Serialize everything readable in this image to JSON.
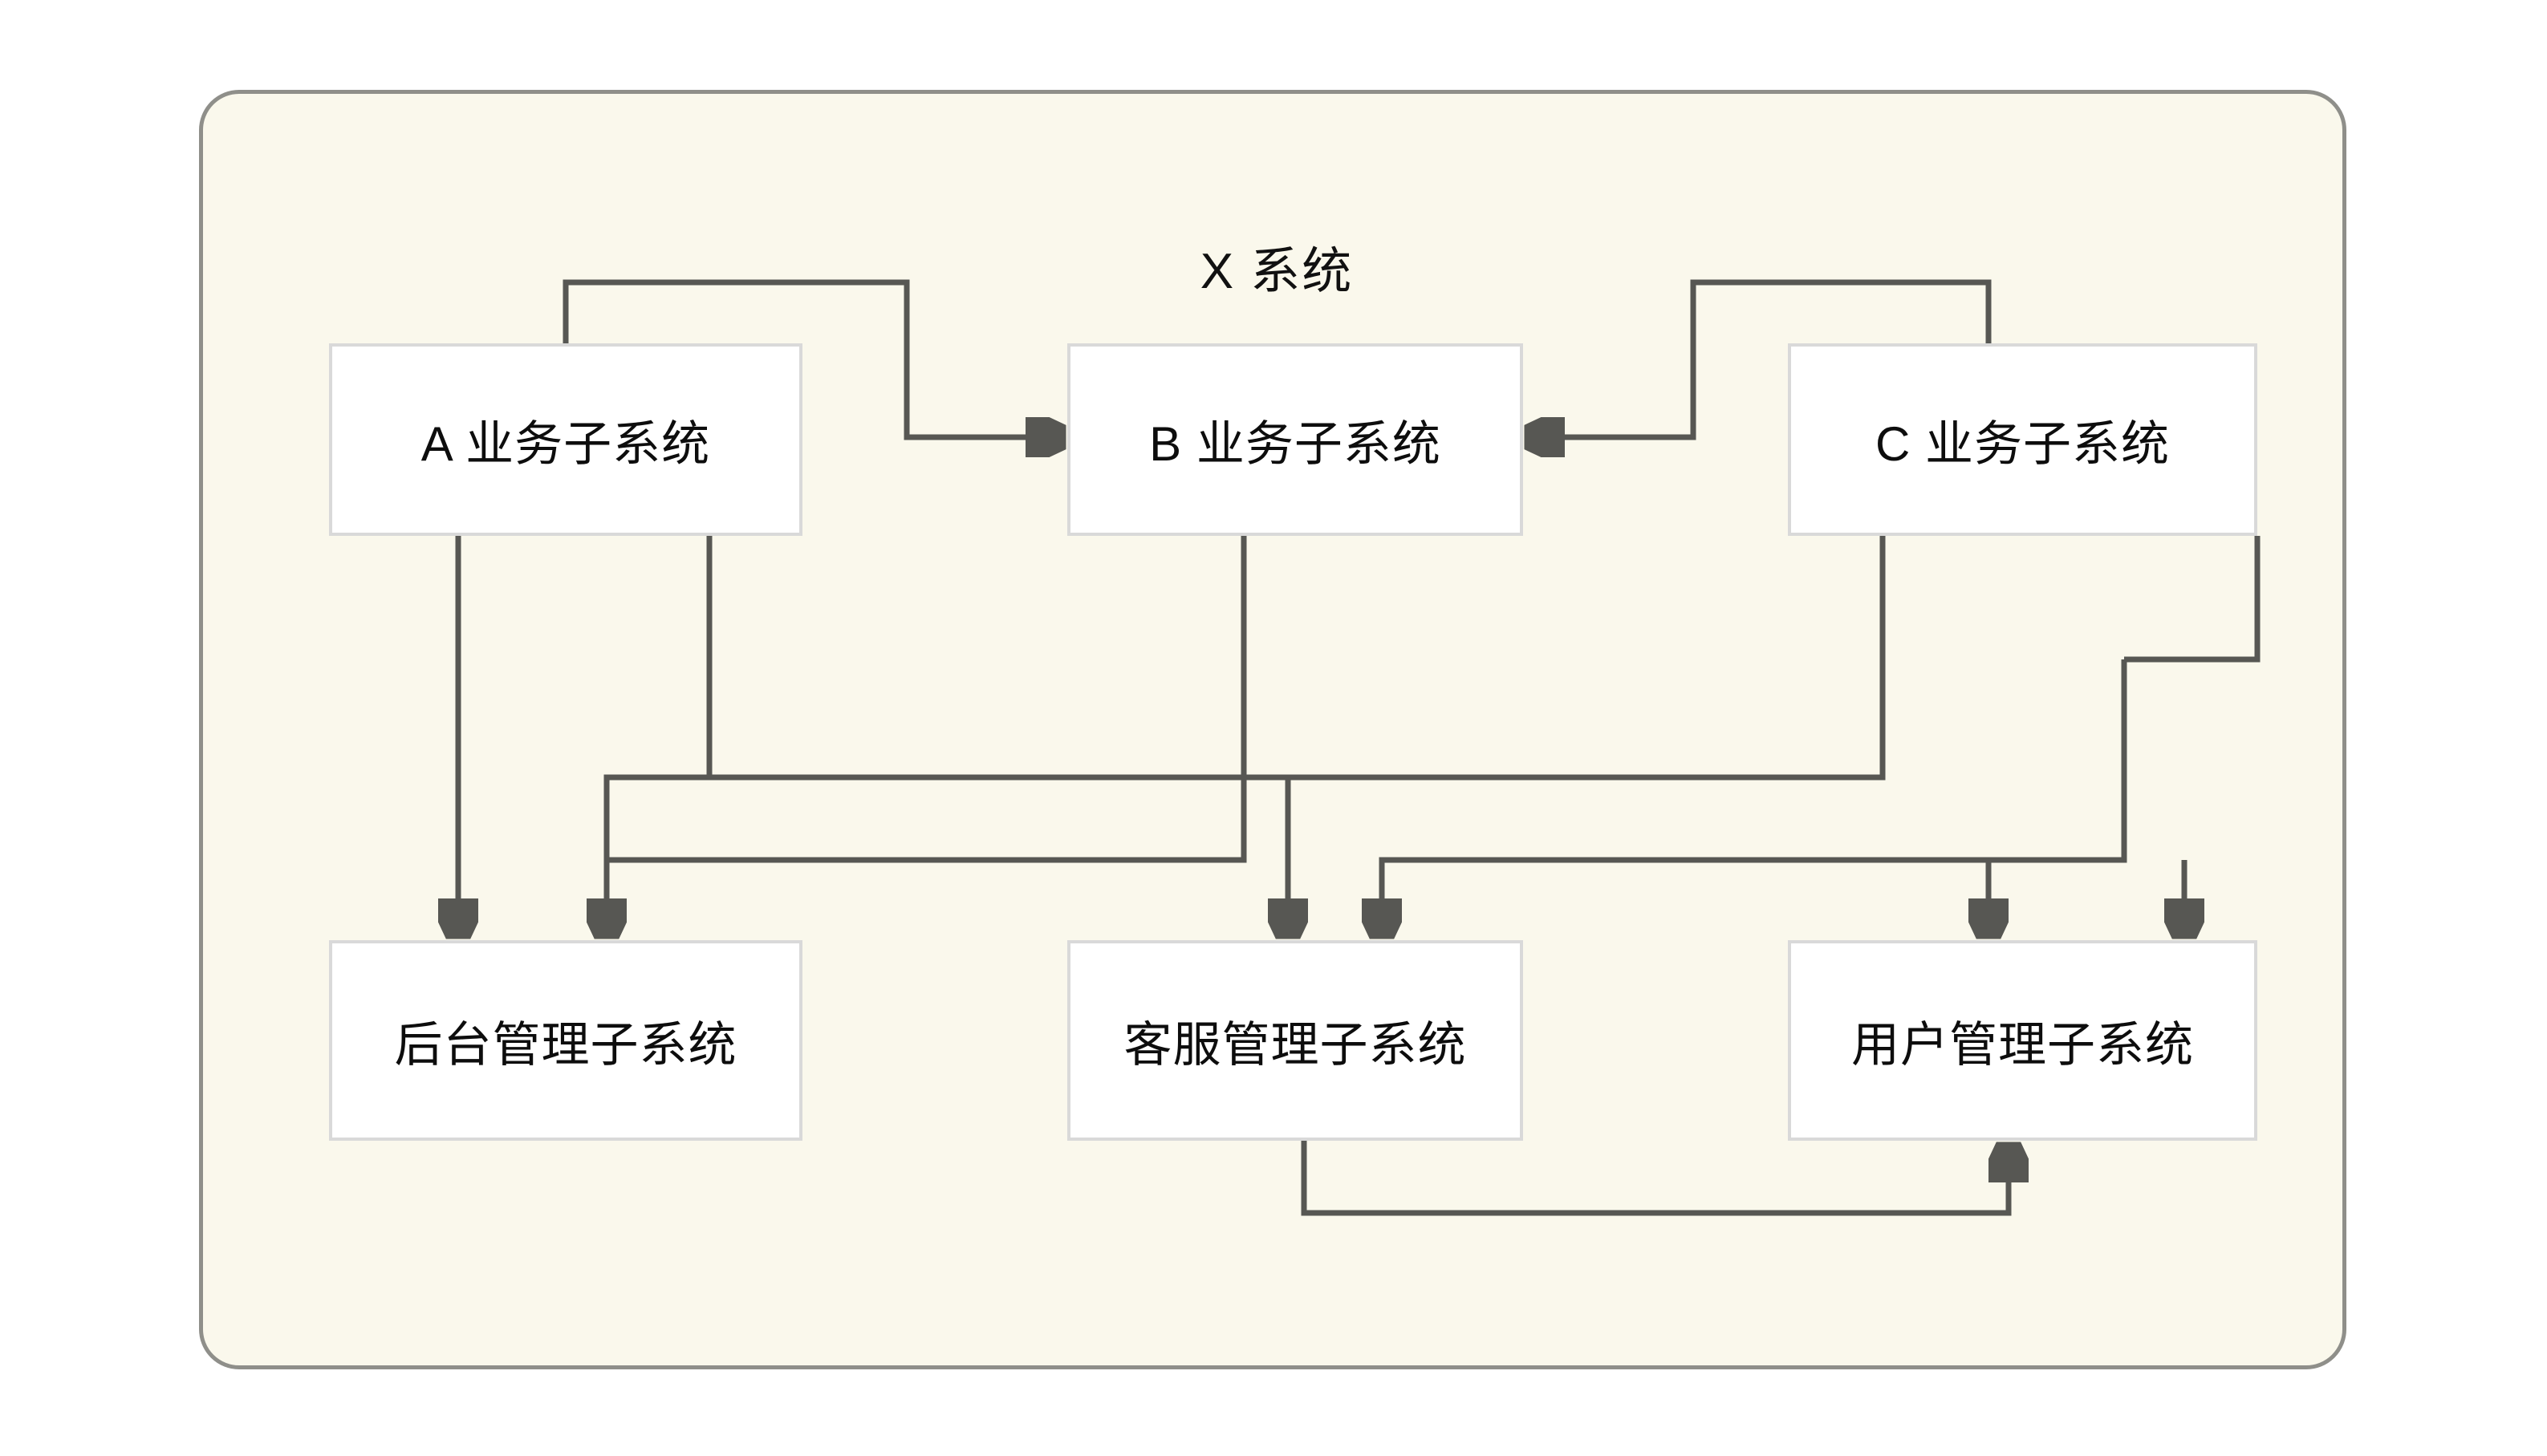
{
  "diagram": {
    "type": "block-architecture-diagram",
    "title": "X 系统",
    "container": {
      "label": "X 系统",
      "fill": "#faf8ec",
      "border": "#8f8f8a"
    },
    "node_style": {
      "fill": "#ffffff",
      "border": "#d9d9d9",
      "text": "#0d0d0d"
    },
    "edge_style": {
      "stroke": "#575753",
      "arrow": "solid-triangle"
    },
    "nodes": [
      {
        "id": "a",
        "label": "A 业务子系统",
        "row": "top",
        "column": "left"
      },
      {
        "id": "b",
        "label": "B 业务子系统",
        "row": "top",
        "column": "center"
      },
      {
        "id": "c",
        "label": "C 业务子系统",
        "row": "top",
        "column": "right"
      },
      {
        "id": "admin",
        "label": "后台管理子系统",
        "row": "bottom",
        "column": "left"
      },
      {
        "id": "service",
        "label": "客服管理子系统",
        "row": "bottom",
        "column": "center"
      },
      {
        "id": "user",
        "label": "用户管理子系统",
        "row": "bottom",
        "column": "right"
      }
    ],
    "edges": [
      {
        "from": "a",
        "to": "b",
        "routing": "up-over-down-right"
      },
      {
        "from": "c",
        "to": "b",
        "routing": "up-over-down-left"
      },
      {
        "from": "a",
        "to": "admin",
        "routing": "straight-down"
      },
      {
        "from": "a",
        "to": "service",
        "routing": "down-right-down"
      },
      {
        "from": "b",
        "to": "admin",
        "routing": "down-left-down"
      },
      {
        "from": "b",
        "to": "service",
        "routing": "down-left-down"
      },
      {
        "from": "c",
        "to": "admin",
        "routing": "down-left-down"
      },
      {
        "from": "c",
        "to": "user",
        "routing": "straight-down"
      },
      {
        "from": "c",
        "to": "user",
        "routing": "down-right-down"
      },
      {
        "from": "service",
        "to": "user",
        "routing": "down-right-up"
      }
    ]
  }
}
